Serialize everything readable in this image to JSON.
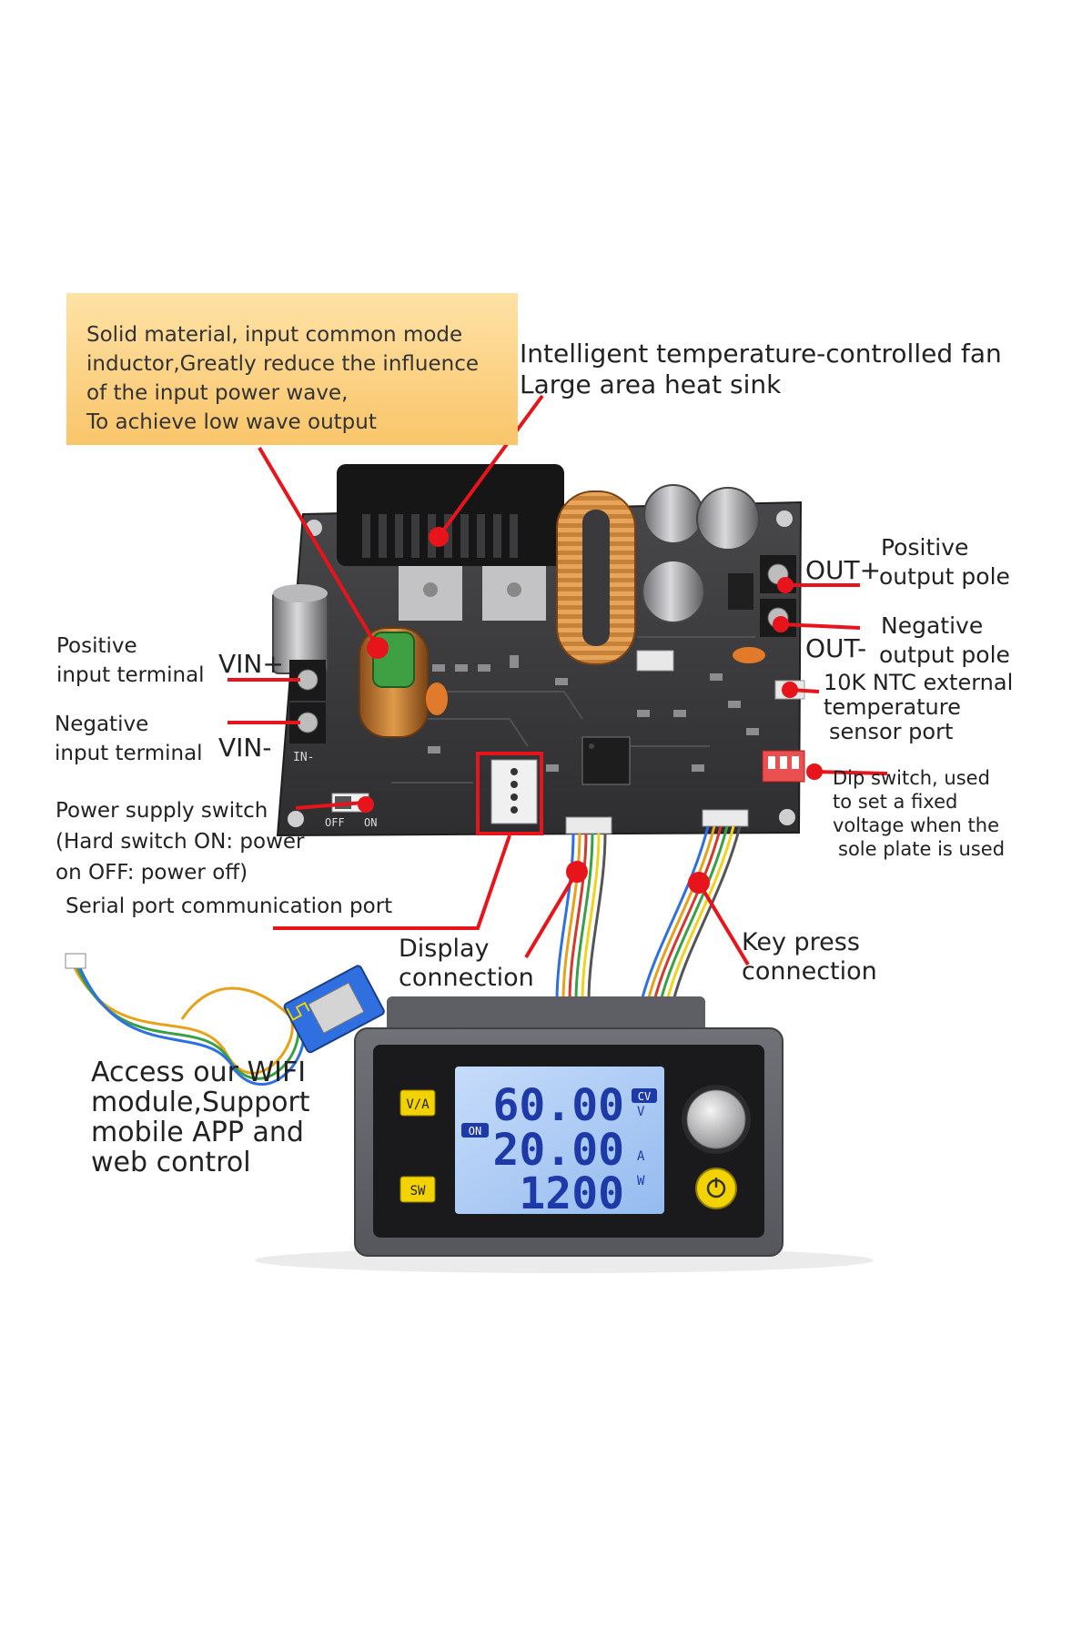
{
  "callout": {
    "lines": [
      "Solid material, input common mode",
      "inductor,Greatly reduce the influence",
      "of the input power wave,",
      "To achieve low wave output"
    ]
  },
  "fan_label": {
    "line1": "Intelligent temperature-controlled fan",
    "line2": "Large area heat sink"
  },
  "positive_output": {
    "tag": "OUT+",
    "line1": "Positive",
    "line2": "output pole"
  },
  "negative_output": {
    "tag": "OUT-",
    "line1": "Negative",
    "line2": "output pole"
  },
  "positive_input": {
    "tag": "VIN+",
    "line1": "Positive",
    "line2": "input terminal"
  },
  "negative_input": {
    "tag": "VIN-",
    "line1": "Negative",
    "line2": "input terminal"
  },
  "ntc_port": {
    "line1": "10K NTC external",
    "line2": "temperature",
    "line3": "sensor port"
  },
  "dip_switch": {
    "line1": "Dip switch, used",
    "line2": "to set a fixed",
    "line3": "voltage when the",
    "line4": "sole plate is used"
  },
  "power_switch": {
    "line1": "Power supply switch",
    "line2": "(Hard switch ON: power",
    "line3": "on OFF: power off)",
    "off_mark": "OFF",
    "on_mark": "ON"
  },
  "serial_port": {
    "text": "Serial port communication port"
  },
  "display_connection": {
    "line1": "Display",
    "line2": "connection"
  },
  "key_press": {
    "line1": "Key press",
    "line2": "connection"
  },
  "wifi": {
    "line1": "Access our WIFI",
    "line2": "module,Support",
    "line3": "mobile APP and",
    "line4": "web control"
  },
  "board_marks": {
    "vin_minus_silk": "IN-"
  },
  "display": {
    "va_button": "V/A",
    "sw_button": "SW",
    "on_badge": "ON",
    "cv_badge": "CV",
    "voltage": "60.00",
    "current": "20.00",
    "power": "1200",
    "voltage_unit": "V",
    "current_unit": "A",
    "power_unit": "W"
  },
  "colors": {
    "callout_top": "#ffe2a6",
    "callout_bottom": "#f9c56a",
    "pointer": "#e8141b",
    "pcb": "#3a3a3c",
    "lcd": "#a9c9f4",
    "lcd_digits": "#1d3aa8",
    "button_yellow": "#f2d200"
  }
}
